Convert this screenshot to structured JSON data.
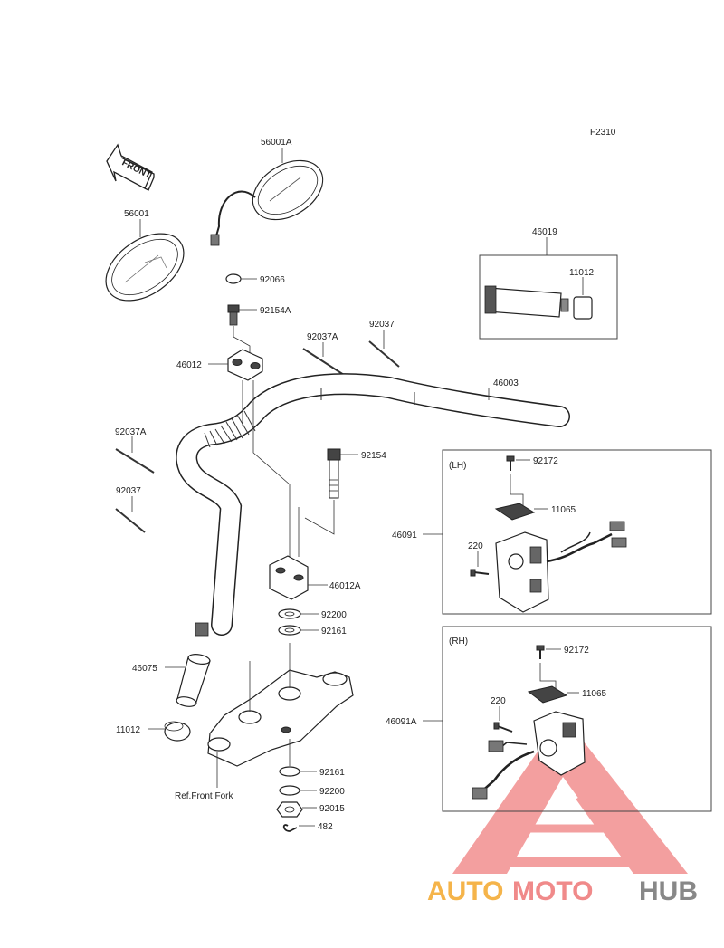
{
  "figure_code": "F2310",
  "front_arrow": "FRONT",
  "watermark": {
    "brand_part1": "AUTO",
    "brand_part2": "MOTO",
    "brand_part3": "HUB",
    "colors": {
      "auto": "#f5b44a",
      "moto": "#f08a8a",
      "hub": "#888888",
      "triangle": "#f07f7f"
    }
  },
  "boxes": {
    "grip_set": "46019",
    "lh": "(LH)",
    "rh": "(RH)"
  },
  "labels": {
    "mirror_right": "56001A",
    "mirror_left": "56001",
    "cap": "92066",
    "bolt_small": "92154A",
    "holder_upper": "46012",
    "band_a_top": "92037A",
    "band_top": "92037",
    "handlebar": "46003",
    "band_a_left": "92037A",
    "band_left": "92037",
    "bolt_long": "92154",
    "holder_lower": "46012A",
    "washer_a": "92200",
    "washer_b": "92161",
    "grip": "46075",
    "grip_end": "11012",
    "ref_fork": "Ref.Front Fork",
    "washer_c": "92161",
    "washer_d": "92200",
    "nut": "92015",
    "clip": "482",
    "box_grip_end": "11012",
    "lh_screw": "92172",
    "lh_plate": "11065",
    "lh_switch": "46091",
    "lh_screw2": "220",
    "rh_screw": "92172",
    "rh_plate": "11065",
    "rh_switch": "46091A",
    "rh_screw2": "220"
  }
}
